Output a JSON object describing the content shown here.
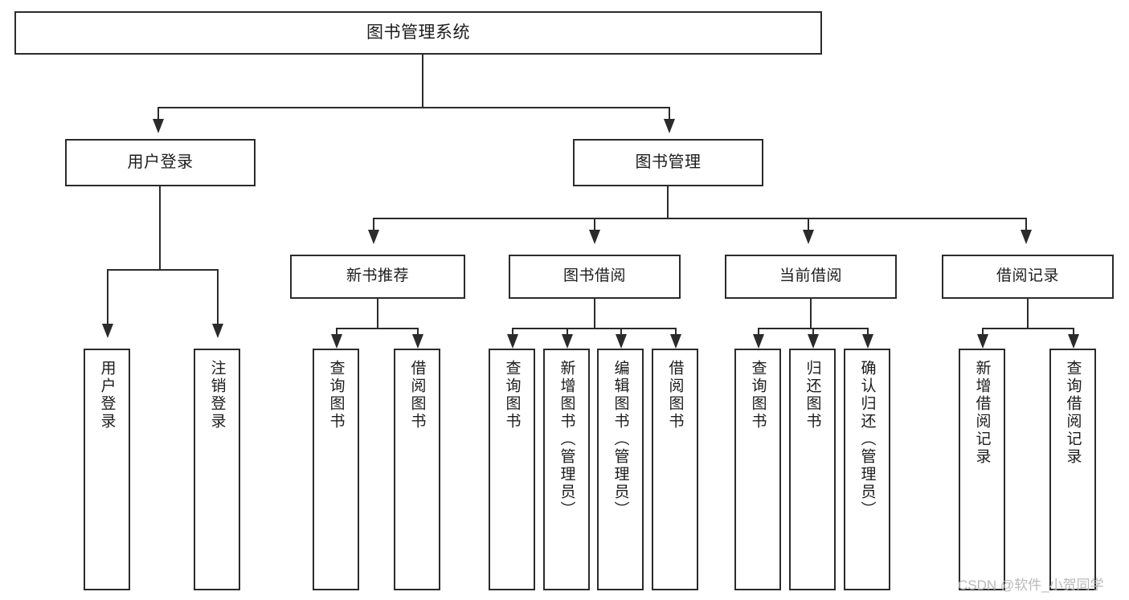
{
  "diagram": {
    "type": "tree-hierarchy",
    "title": "图书管理系统",
    "orientation": "top-down",
    "colors": {
      "stroke": "#2b2b2b",
      "fill": "#ffffff",
      "text": "#1c1c1c",
      "watermark": "#b9b9b9"
    },
    "nodes": {
      "root": {
        "label": "图书管理系统"
      },
      "level2": [
        {
          "id": "user-login",
          "label": "用户登录"
        },
        {
          "id": "book-management",
          "label": "图书管理"
        }
      ],
      "level3": [
        {
          "id": "new-book-recommend",
          "label": "新书推荐"
        },
        {
          "id": "book-borrow",
          "label": "图书借阅"
        },
        {
          "id": "current-borrow",
          "label": "当前借阅"
        },
        {
          "id": "borrow-record",
          "label": "借阅记录"
        }
      ],
      "leaves": {
        "user-login": [
          {
            "id": "leaf-user-login",
            "label": "用户登录"
          },
          {
            "id": "leaf-logout",
            "label": "注销登录"
          }
        ],
        "new-book-recommend": [
          {
            "id": "leaf-query-book-1",
            "label": "查询图书"
          },
          {
            "id": "leaf-borrow-book-1",
            "label": "借阅图书"
          }
        ],
        "book-borrow": [
          {
            "id": "leaf-query-book-2",
            "label": "查询图书"
          },
          {
            "id": "leaf-add-book",
            "label": "新增图书（管理员）"
          },
          {
            "id": "leaf-edit-book",
            "label": "编辑图书（管理员）"
          },
          {
            "id": "leaf-borrow-book-2",
            "label": "借阅图书"
          }
        ],
        "current-borrow": [
          {
            "id": "leaf-query-book-3",
            "label": "查询图书"
          },
          {
            "id": "leaf-return-book",
            "label": "归还图书"
          },
          {
            "id": "leaf-confirm-return",
            "label": "确认归还（管理员）"
          }
        ],
        "borrow-record": [
          {
            "id": "leaf-add-record",
            "label": "新增借阅记录"
          },
          {
            "id": "leaf-query-record",
            "label": "查询借阅记录"
          }
        ]
      }
    }
  },
  "watermark": {
    "text": "CSDN @软件_小贺同学"
  }
}
